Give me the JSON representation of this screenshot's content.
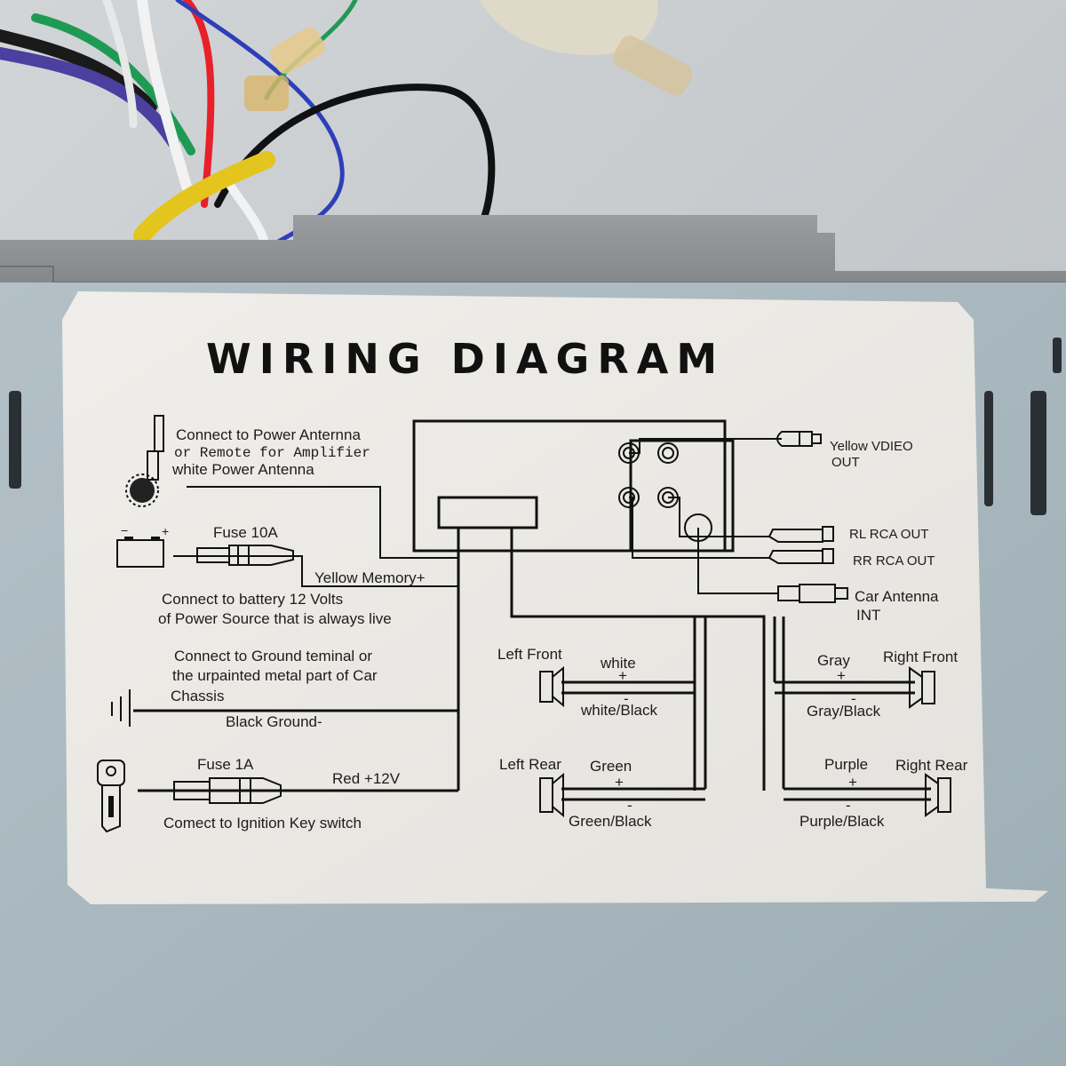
{
  "title": "WIRING DIAGRAM",
  "labels": {
    "antenna_1": "Connect to Power Anternna",
    "antenna_2": "or  Remote for  Amplifier",
    "antenna_3": "white Power Antenna",
    "fuse10": "Fuse 10A",
    "battery_plus": "+",
    "battery_minus": "−",
    "yellow_memory": "Yellow Memory+",
    "battery_1": "Connect to battery 12 Volts",
    "battery_2": "of Power Source that is always live",
    "ground_1": "Connect to Ground teminal or",
    "ground_2": "the urpainted metal part of  Car",
    "ground_3": "Chassis",
    "black_ground": "Black Ground-",
    "fuse1": "Fuse 1A",
    "red12": "Red  +12V",
    "ignition": "Comect to Ignition Key switch",
    "yellow_video_1": "Yellow VDIEO",
    "yellow_video_2": "OUT",
    "rl_rca": "RL RCA OUT",
    "rr_rca": "RR RCA OUT",
    "car_ant_1": "Car Antenna",
    "car_ant_2": "INT",
    "left_front": "Left Front",
    "white": "white",
    "white_black": "white/Black",
    "left_rear": "Left Rear",
    "green": "Green",
    "green_black": "Green/Black",
    "gray": "Gray",
    "right_front": "Right Front",
    "gray_black": "Gray/Black",
    "purple": "Purple",
    "right_rear": "Right Rear",
    "purple_black": "Purple/Black",
    "plus": "+",
    "minus": "-"
  },
  "colors": {
    "background": "#c9cdd0",
    "chassis_metal": "#8c8f92",
    "panel_blue": "#a9b8bf",
    "label_paper": "#eceae6",
    "ink": "#111111",
    "wire_red": "#e8202a",
    "wire_purple": "#4b3fa0",
    "wire_green": "#1f9a55",
    "wire_yellow": "#e3c51d",
    "wire_blue": "#2d3fb8",
    "wire_black": "#111111"
  },
  "icons": [
    "antenna-icon",
    "battery-icon",
    "fuse-icon",
    "ground-icon",
    "ignition-key-icon",
    "speaker-icon",
    "rca-plug-icon"
  ]
}
